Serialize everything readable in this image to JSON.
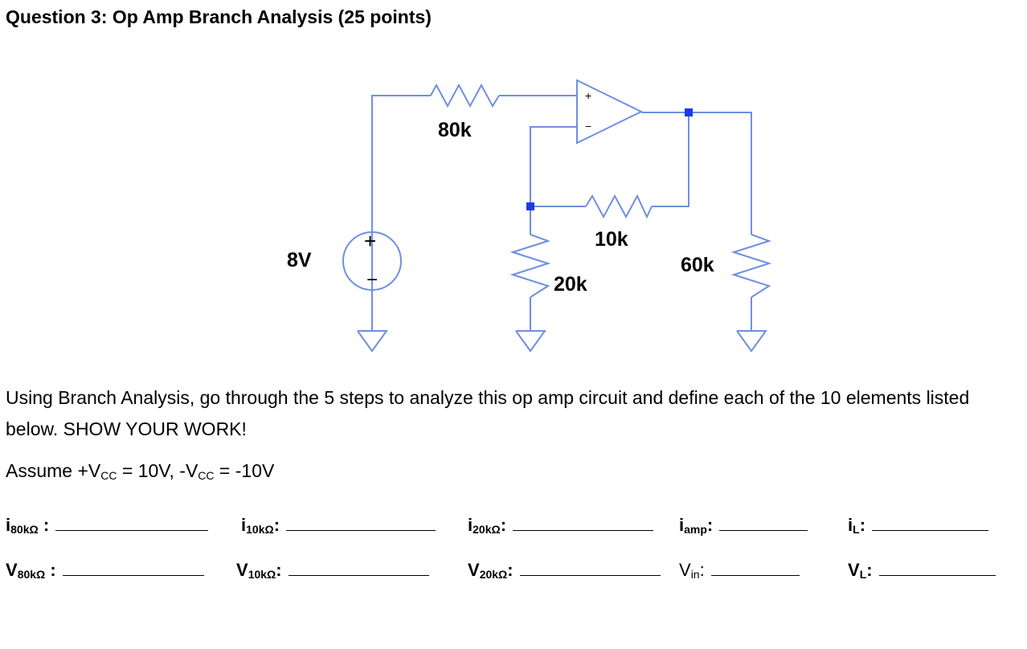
{
  "title": "Question 3: Op Amp Branch Analysis (25 points)",
  "circuit": {
    "source_label": "8V",
    "r80_label": "80k",
    "r10_label": "10k",
    "r20_label": "20k",
    "r60_label": "60k",
    "plus_sign": "+",
    "minus_sign": "−",
    "opamp_plus": "+",
    "opamp_minus": "−",
    "colors": {
      "wire": "#6f8fe0",
      "node": "#1a3ce6"
    }
  },
  "instructions": "Using Branch Analysis, go through the 5 steps to analyze this op amp circuit and define each of the 10 elements listed below. SHOW YOUR WORK!",
  "assume": {
    "prefix": "Assume +V",
    "sub1": "CC",
    "mid": " = 10V, -V",
    "sub2": "CC",
    "suffix": " = -10V"
  },
  "currents": [
    {
      "sym": "i",
      "sub": "80kΩ",
      "sep": " :"
    },
    {
      "sym": "i",
      "sub": "10kΩ",
      "sep": ":"
    },
    {
      "sym": "i",
      "sub": "20kΩ",
      "sep": ":"
    },
    {
      "sym": "i",
      "sub": "amp",
      "sep": ":"
    },
    {
      "sym": "i",
      "sub": "L",
      "sep": ":"
    }
  ],
  "voltages": [
    {
      "sym": "V",
      "sub": "80kΩ",
      "sep": " :"
    },
    {
      "sym": "V",
      "sub": "10kΩ",
      "sep": ":"
    },
    {
      "sym": "V",
      "sub": "20kΩ",
      "sep": ":"
    },
    {
      "sym": "V",
      "sub": "in",
      "sep": ":"
    },
    {
      "sym": "V",
      "sub": "L",
      "sep": ":"
    }
  ]
}
